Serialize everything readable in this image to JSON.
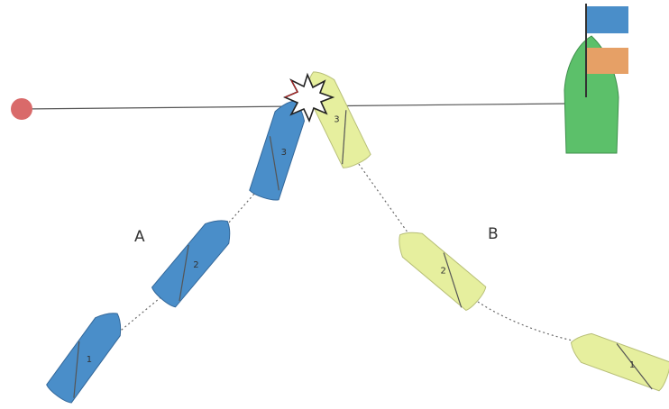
{
  "diagram": {
    "boat_labels": {
      "a": "A",
      "b": "B"
    },
    "boat_a_positions": [
      "1",
      "2",
      "3"
    ],
    "boat_b_positions": [
      "1",
      "2",
      "3"
    ]
  },
  "colors": {
    "boat_a": "#4a8ec9",
    "boat_b": "#e6ef9e",
    "committee_boat": "#5cc06a",
    "pin_buoy": "#d96a6a",
    "flag_blue": "#4a8ec9",
    "flag_orange": "#e6a066",
    "start_line": "#555555",
    "collision_burst": "#ffffff"
  },
  "icons": {
    "collision": "collision-burst-icon",
    "pin": "pin-buoy-icon",
    "committee": "committee-boat-icon"
  }
}
